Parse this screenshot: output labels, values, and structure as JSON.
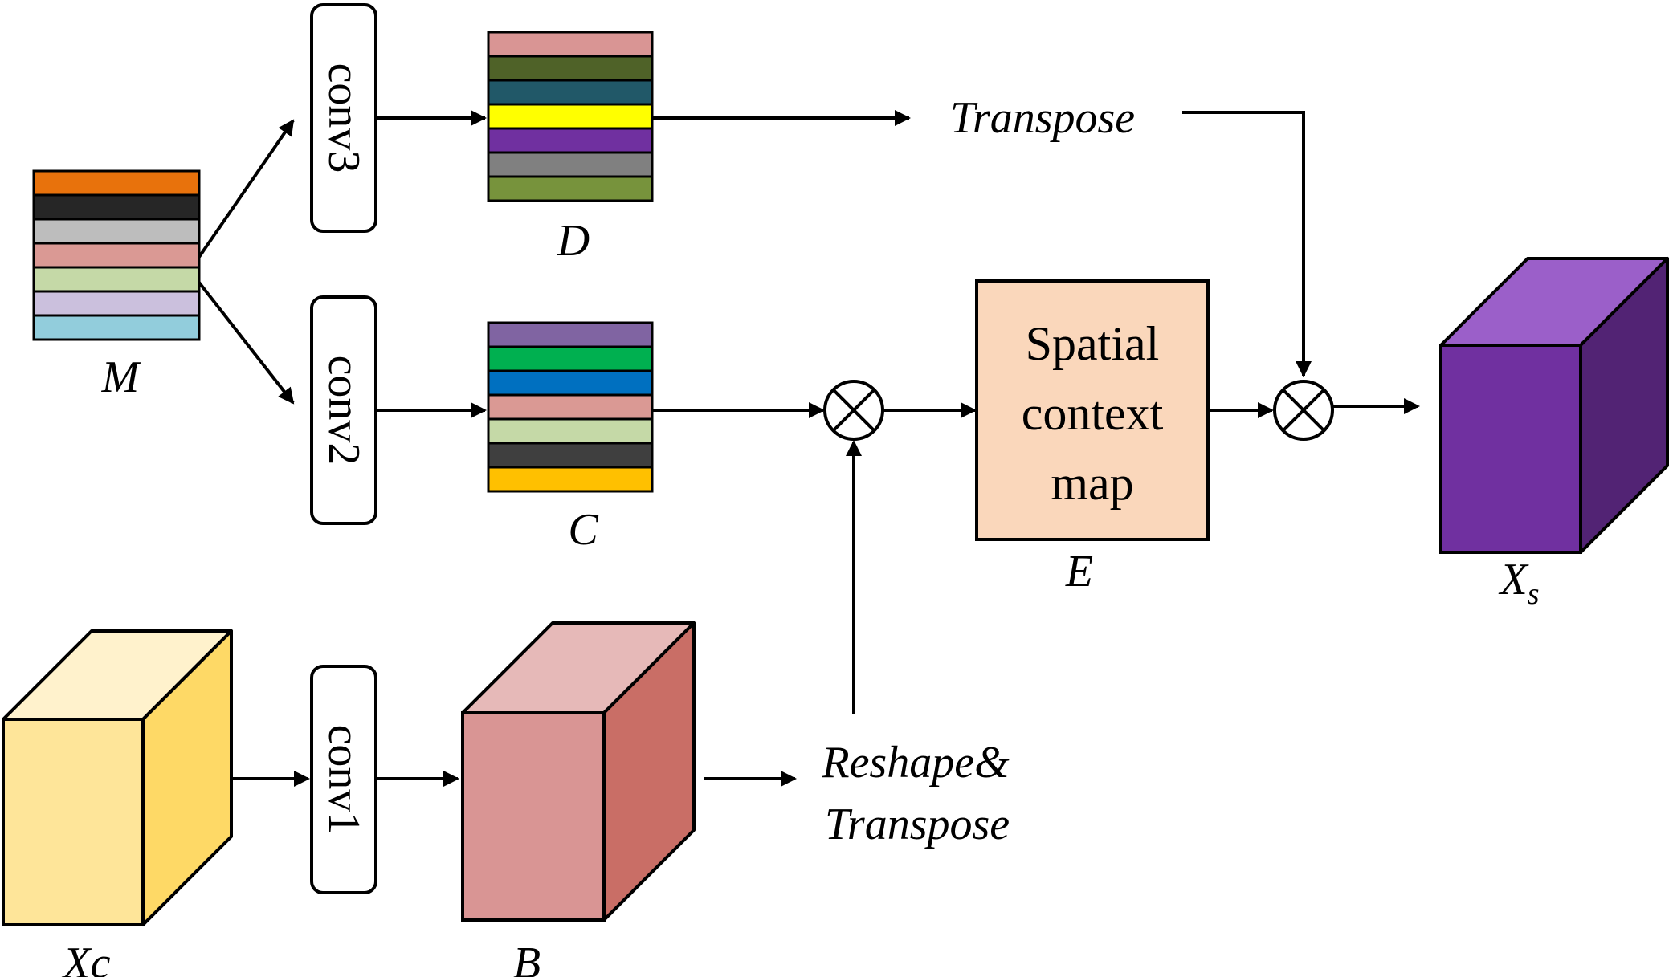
{
  "labels": {
    "M": "M",
    "D": "D",
    "C": "C",
    "E": "E",
    "B": "B",
    "Xc": "Xc",
    "Xs_main": "X",
    "Xs_sub": "s",
    "transpose_top": "Transpose",
    "reshape_line1": "Reshape&",
    "reshape_line2": "Transpose",
    "spatial_line1": "Spatial",
    "spatial_line2": "context",
    "spatial_line3": "map"
  },
  "ops": {
    "conv3": "conv3",
    "conv2": "conv2",
    "conv1": "conv1",
    "multiply_symbol": "⊗"
  },
  "colors": {
    "M_stripes": [
      "#e8720c",
      "#262626",
      "#bdbdbd",
      "#da9994",
      "#c5d9a7",
      "#cbc0dd",
      "#92cddc"
    ],
    "D_stripes": [
      "#d99594",
      "#4f6228",
      "#215868",
      "#ffff00",
      "#7030a0",
      "#808080",
      "#77933c"
    ],
    "C_stripes": [
      "#8064a2",
      "#00b050",
      "#0070c0",
      "#da9994",
      "#c5d9a7",
      "#3f3f3f",
      "#ffc000"
    ],
    "Xc_cube": {
      "front": "#fee599",
      "top": "#fff2cc",
      "side": "#fed966"
    },
    "B_cube": {
      "front": "#d99594",
      "top": "#e6b9b8",
      "side": "#c96e66"
    },
    "Xs_cube": {
      "front": "#7030a0",
      "top": "#9b5fc9",
      "side": "#522374"
    },
    "spatial_box": "#fad7bb"
  }
}
